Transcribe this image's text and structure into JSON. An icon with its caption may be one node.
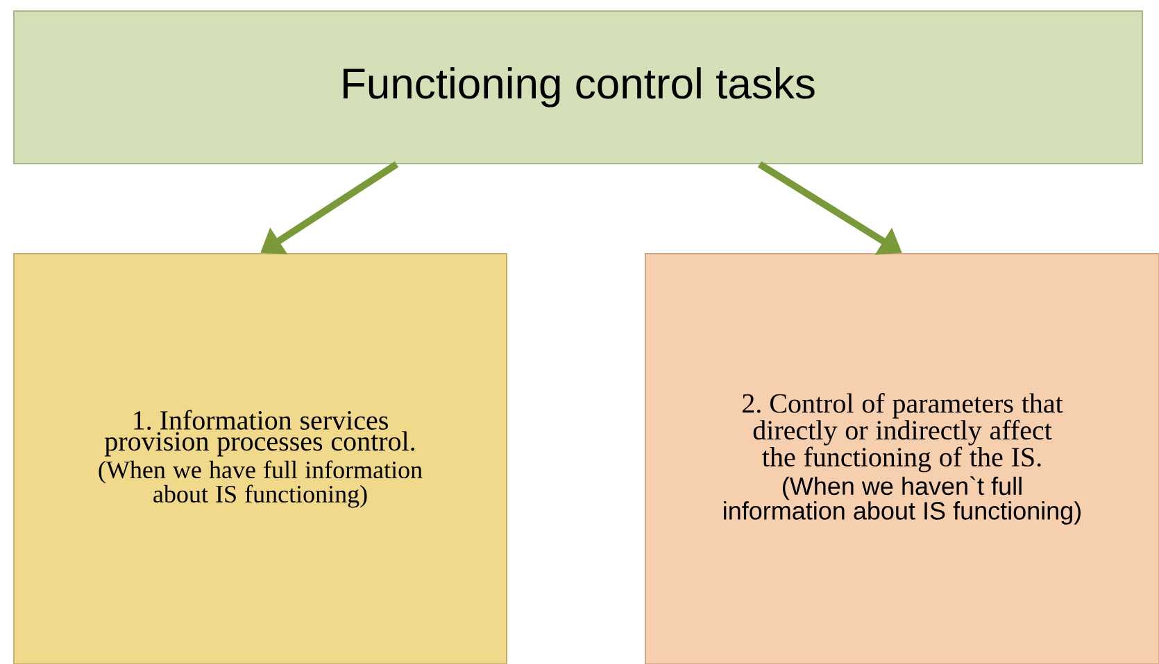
{
  "diagram": {
    "nodes": [
      {
        "text": [
          "Functioning control tasks"
        ]
      },
      {
        "text": [
          "1. Information services provision processes control.",
          "(When we have full information about IS functioning)"
        ]
      },
      {
        "text": [
          "2. Control of parameters that directly or indirectly affect the functioning of the IS.",
          "(When we haven`t full information about IS functioning)"
        ]
      }
    ],
    "edges": [
      {
        "from": 0,
        "to": 1,
        "arrow": "to"
      },
      {
        "from": 0,
        "to": 2,
        "arrow": "to"
      }
    ]
  }
}
